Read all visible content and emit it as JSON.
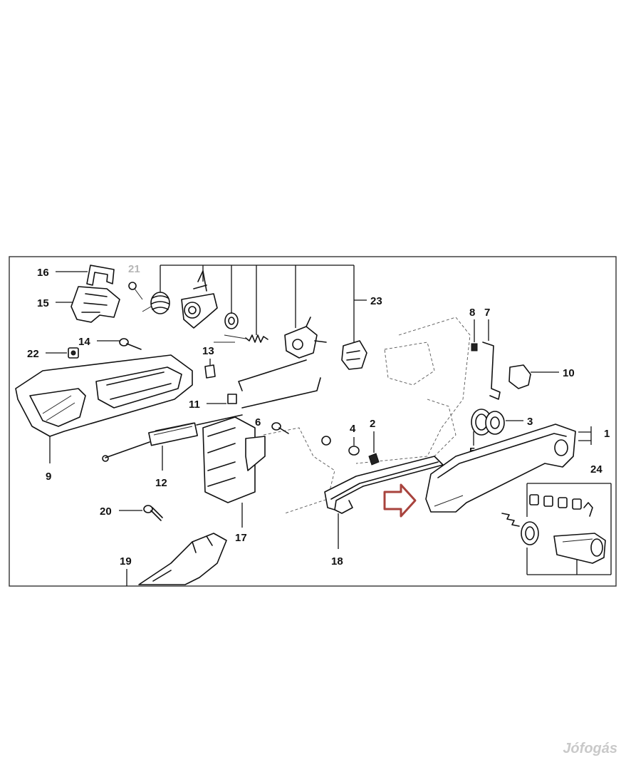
{
  "diagram": {
    "part_labels": {
      "p1": "1",
      "p2": "2",
      "p3": "3",
      "p4": "4",
      "p5": "5",
      "p6": "6",
      "p7": "7",
      "p8": "8",
      "p9": "9",
      "p10": "10",
      "p11": "11",
      "p12": "12",
      "p13": "13",
      "p14": "14",
      "p15": "15",
      "p16": "16",
      "p17": "17",
      "p18": "18",
      "p19": "19",
      "p20": "20",
      "p21": "21",
      "p22": "22",
      "p23": "23",
      "p24": "24"
    },
    "highlight_arrow_color": "#a8433d"
  },
  "watermark": {
    "text": "Jófogás"
  }
}
